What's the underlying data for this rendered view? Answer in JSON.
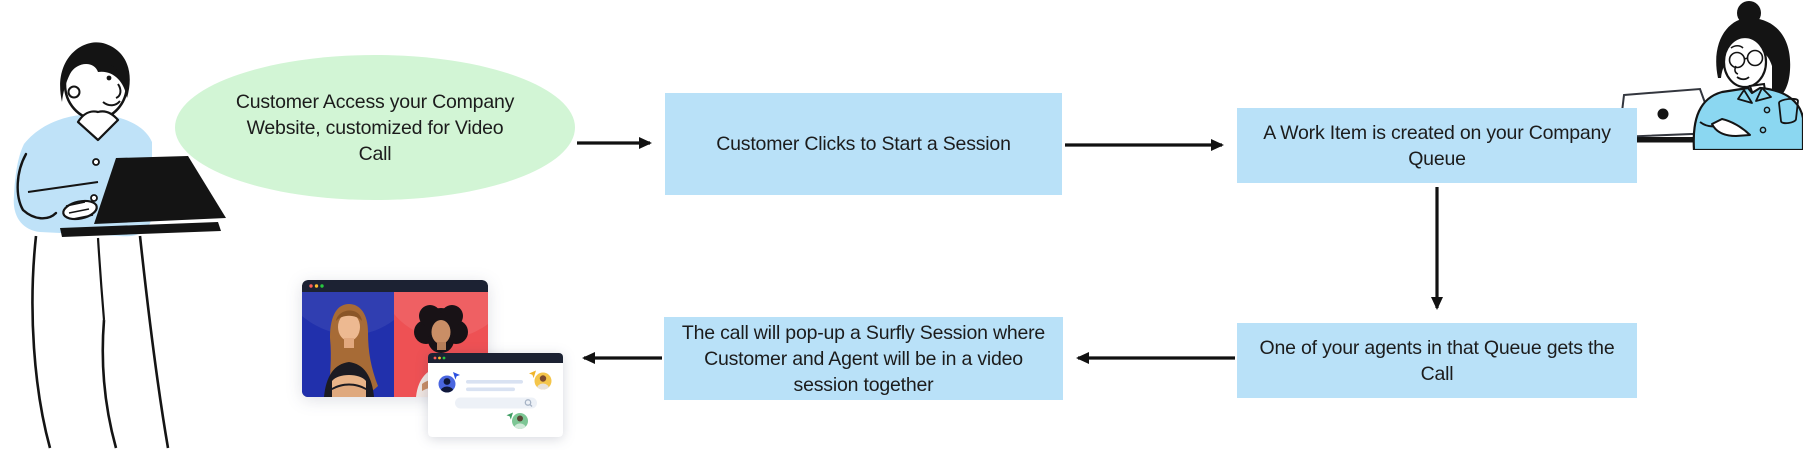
{
  "flow": {
    "ellipse": {
      "lines": [
        "Customer Access your Company",
        "Website, customized for Video",
        "Call"
      ]
    },
    "box_click": {
      "lines": [
        "Customer Clicks to Start a Session"
      ]
    },
    "box_workitem": {
      "lines": [
        "A Work Item is created on your Company",
        "Queue"
      ]
    },
    "box_agent": {
      "lines": [
        "One of your agents in that Queue gets the",
        "Call"
      ]
    },
    "box_popup": {
      "lines": [
        "The call will pop-up a Surfly Session where",
        "Customer and Agent will be in a video",
        "session together"
      ]
    }
  },
  "icons": {
    "window_controls": "traffic-light-dots",
    "search": "magnifier",
    "cursor_badges": "pointer-triangles"
  },
  "colors": {
    "node_green": "#d2f5d5",
    "node_blue": "#b9e1f8",
    "text": "#1c1c1c",
    "arrow": "#111111",
    "outline": "#141414",
    "browser_titlebar": "#1c2233",
    "video_left_panel": "#2130ac",
    "video_right_panel": "#ee5154",
    "traffic_dot_red": "#ff5f57",
    "traffic_dot_yellow": "#febc2e",
    "traffic_dot_green": "#28c840",
    "customer_shirt": "#bfe2f8",
    "agent_shirt": "#8bd7f1"
  }
}
